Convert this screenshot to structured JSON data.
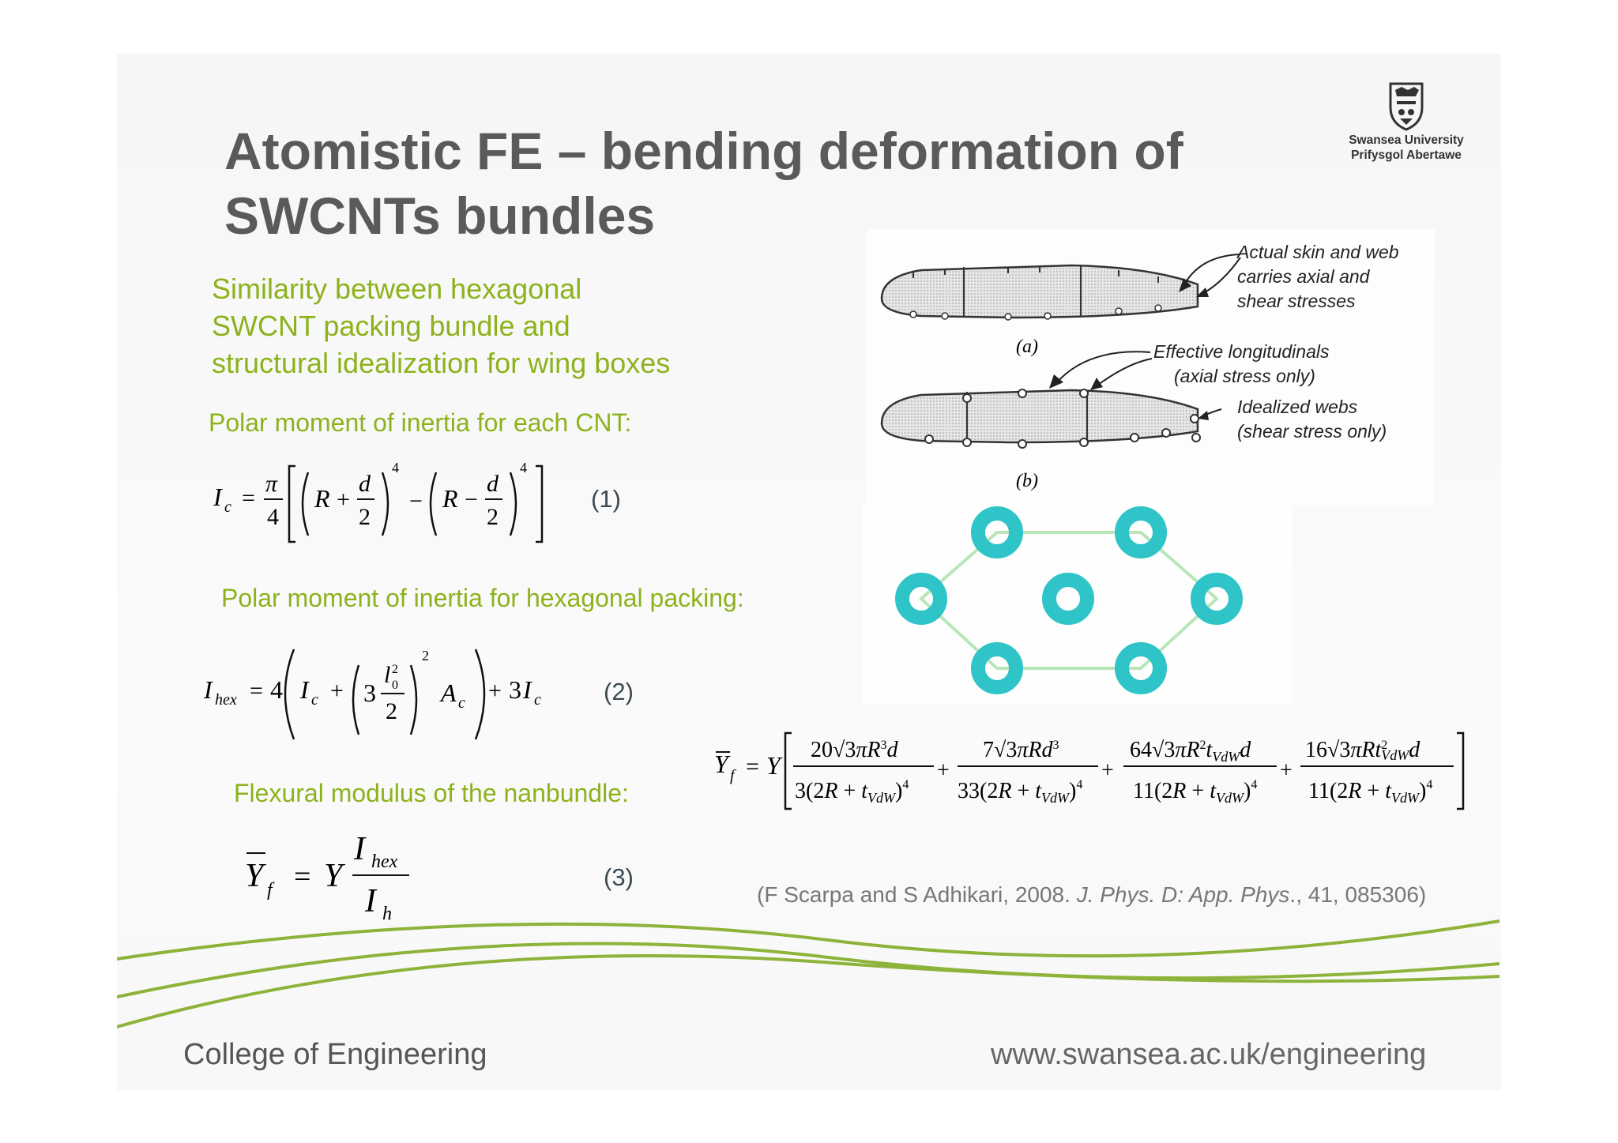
{
  "title_line1": "Atomistic FE – bending deformation of",
  "title_line2": "SWCNTs bundles",
  "logo": {
    "name_line1": "Swansea University",
    "name_line2": "Prifysgol Abertawe",
    "icon": "university-crest-icon"
  },
  "subtitle": [
    "Similarity between hexagonal",
    "SWCNT packing bundle and",
    "structural idealization for wing boxes"
  ],
  "labels": {
    "polar_cnt": "Polar moment of inertia for each CNT:",
    "polar_hex": "Polar moment of inertia for hexagonal packing:",
    "flexural": "Flexural modulus of the nanbundle:"
  },
  "equation_numbers": [
    "(1)",
    "(2)",
    "(3)"
  ],
  "figure": {
    "label_a": "(a)",
    "label_b": "(b)",
    "annotation_a": [
      "Actual skin and web",
      "carries axial and",
      "shear stresses"
    ],
    "annotation_b1": [
      "Effective longitudinals",
      "(axial stress only)"
    ],
    "annotation_b2": [
      "Idealized webs",
      "(shear stress only)"
    ]
  },
  "citation": {
    "prefix": "(F Scarpa and S Adhikari, 2008. ",
    "journal": "J. Phys. D: App. Phys",
    "suffix": "., 41, 085306)"
  },
  "footer": {
    "left": "College of Engineering",
    "right": "www.swansea.ac.uk/engineering"
  },
  "colors": {
    "title": "#5a5a5a",
    "accent_green": "#8cb21c",
    "tube_cyan": "#2ec4c8",
    "wave_green": "#8db33a"
  }
}
